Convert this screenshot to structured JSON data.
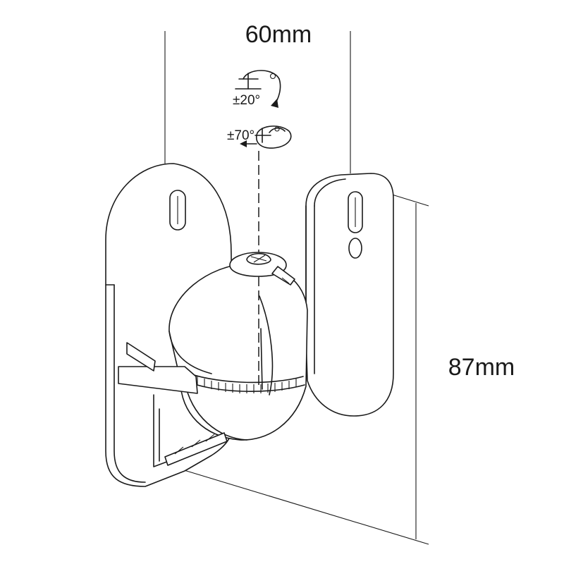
{
  "dimensions": {
    "width_label": "60mm",
    "height_label": "87mm"
  },
  "rotation": {
    "tilt_label": "±20°",
    "swivel_label": "±70°"
  },
  "colors": {
    "line": "#1a1a1a",
    "background": "#ffffff"
  }
}
